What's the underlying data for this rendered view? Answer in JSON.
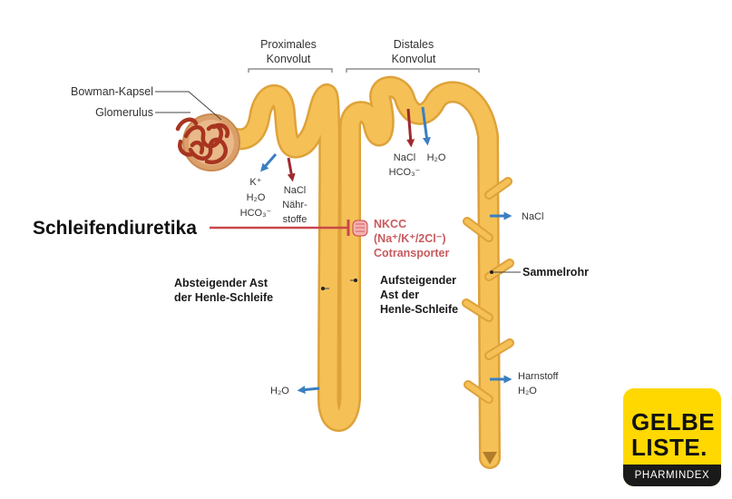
{
  "labels": {
    "proximal_l1": "Proximales",
    "proximal_l2": "Konvolut",
    "distal_l1": "Distales",
    "distal_l2": "Konvolut",
    "bowman": "Bowman-Kapsel",
    "glomerulus": "Glomerulus",
    "k": "K⁺",
    "h2o_a": "H₂O",
    "hco3_a": "HCO₃⁻",
    "nacl_a": "NaCl",
    "naehr1": "Nähr-",
    "naehr2": "stoffe",
    "nacl_b": "NaCl",
    "hco3_b": "HCO₃⁻",
    "h2o_b": "H₂O",
    "nacl_c": "NaCl",
    "schleifendiuretika": "Schleifendiuretika",
    "nkcc1": "NKCC",
    "nkcc2": "(Na⁺/K⁺/2Cl⁻)",
    "nkcc3": "Cotransporter",
    "abst1": "Absteigender Ast",
    "abst2": "der Henle-Schleife",
    "aufst1": "Aufsteigender",
    "aufst2": "Ast der",
    "aufst3": "Henle-Schleife",
    "sammelrohr": "Sammelrohr",
    "h2o_c": "H₂O",
    "harnstoff": "Harnstoff",
    "h2o_d": "H₂O"
  },
  "logo": {
    "word1": "GELBE",
    "word2": "LISTE.",
    "sub": "PHARMINDEX"
  },
  "colors": {
    "tubule": "#f5c056",
    "tubule_dark": "#dea23a",
    "capsule": "#dba06a",
    "glomerulus": "#a83420",
    "arrow_red": "#9e2a2e",
    "arrow_blue": "#3a7fc1",
    "inhibitor": "#c8474b",
    "logo_yellow": "#ffd800"
  }
}
